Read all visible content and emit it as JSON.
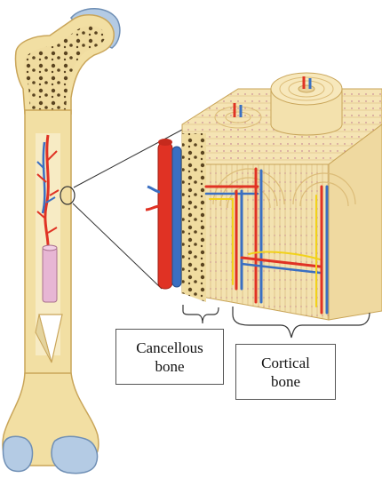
{
  "labels": {
    "cancellous": {
      "line1": "Cancellous",
      "line2": "bone"
    },
    "cortical": {
      "line1": "Cortical",
      "line2": "bone"
    }
  },
  "colors": {
    "bone": "#f2dfa3",
    "bone_dark": "#d9b868",
    "cartilage": "#b4cbe4",
    "artery": "#e03224",
    "vein": "#3a6fc2",
    "nerve": "#f2d21a",
    "marrow_pink": "#e7b6d4",
    "osteon_line": "#c98fa8"
  }
}
